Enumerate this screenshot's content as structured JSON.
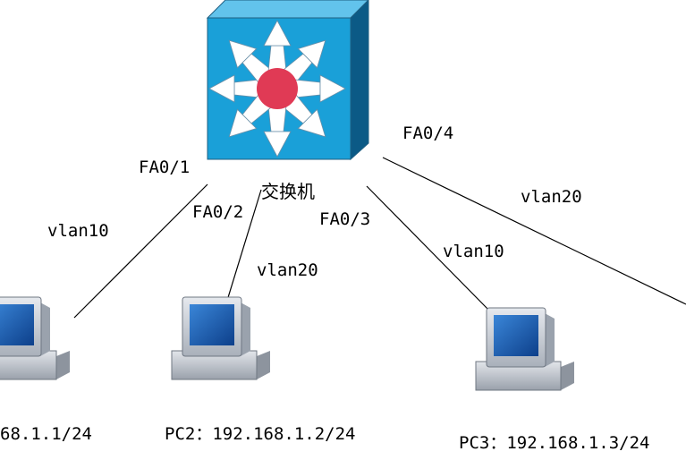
{
  "switch": {
    "label": "交换机",
    "body_color": "#1aa0d8",
    "center_color": "#e03a55"
  },
  "ports": {
    "fa01": "FA0/1",
    "fa02": "FA0/2",
    "fa03": "FA0/3",
    "fa04": "FA0/4"
  },
  "links": {
    "pc1_vlan": "vlan10",
    "pc2_vlan": "vlan20",
    "pc3_vlan": "vlan10",
    "pc4_vlan": "vlan20"
  },
  "pcs": {
    "pc1": "68.1.1/24",
    "pc2": "PC2：192.168.1.2/24",
    "pc3": "PC3：192.168.1.3/24"
  },
  "icons": {
    "switch": "layer3-switch-icon",
    "pc": "desktop-computer-icon"
  }
}
